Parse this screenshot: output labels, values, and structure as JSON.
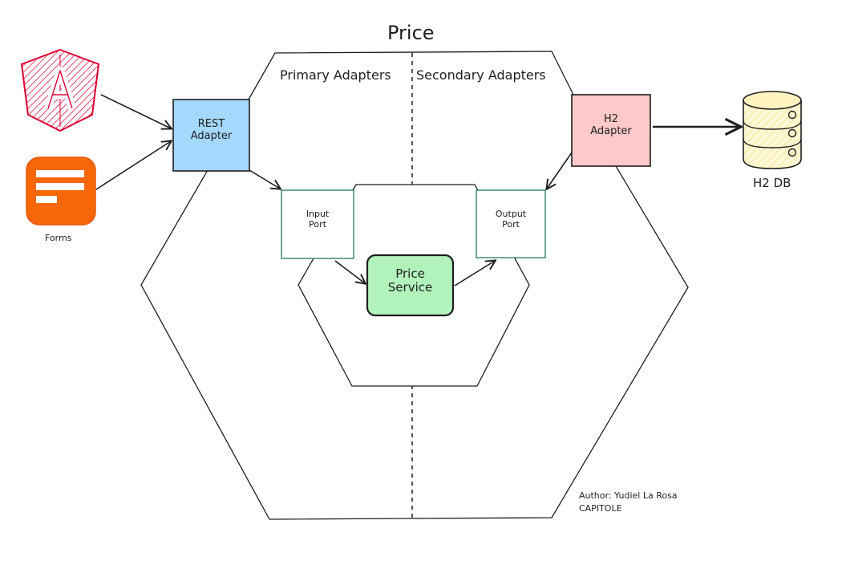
{
  "title": "Price",
  "sections": {
    "primary": "Primary Adapters",
    "secondary": "Secondary Adapters"
  },
  "nodes": {
    "rest_adapter": {
      "line1": "REST",
      "line2": "Adapter",
      "fill": "#a5d8ff"
    },
    "h2_adapter": {
      "line1": "H2",
      "line2": "Adapter",
      "fill": "#ffc9c9"
    },
    "input_port": {
      "line1": "Input",
      "line2": "Port",
      "stroke": "#0c6e4f"
    },
    "output_port": {
      "line1": "Output",
      "line2": "Port",
      "stroke": "#0c6e4f"
    },
    "price_service": {
      "line1": "Price",
      "line2": "Service",
      "fill": "#b2f2bb"
    },
    "h2_db": {
      "label": "H2 DB",
      "fill": "#fff3bf"
    },
    "forms": {
      "label": "Forms",
      "fill": "#f76707"
    },
    "angular": {
      "icon": "angular-logo-icon",
      "fill": "#dd0031"
    }
  },
  "author": {
    "line1": "Author: Yudiel La Rosa",
    "line2": "CAPITOLE"
  }
}
